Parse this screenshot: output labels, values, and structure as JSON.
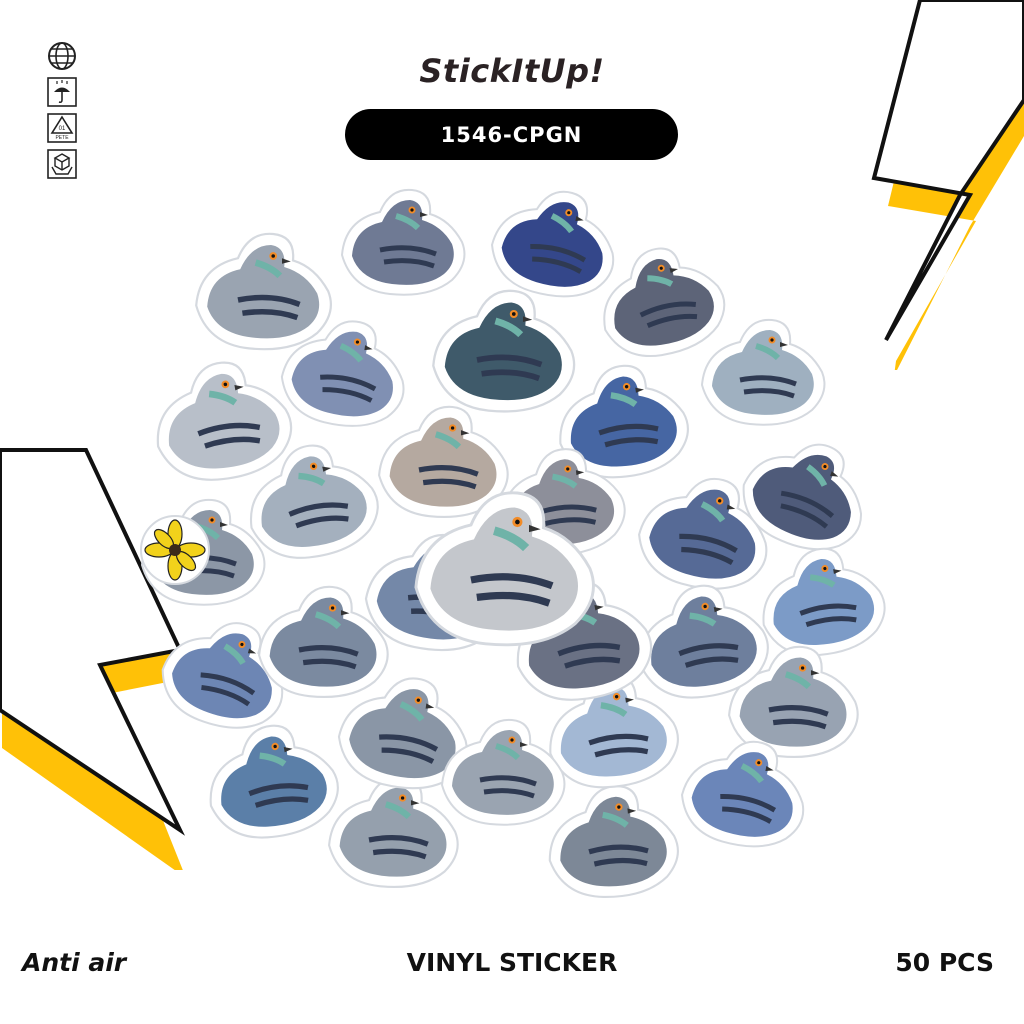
{
  "brand": {
    "name": "StickItUp!"
  },
  "product_code": "1546-CPGN",
  "side_icons": [
    "globe-icon",
    "keep-dry-icon",
    "recycle-pete-icon",
    "fragile-box-icon"
  ],
  "recycle_labels": {
    "number": "01",
    "material": "PETE"
  },
  "footer": {
    "left": "Anti air",
    "center": "VINYL STICKER",
    "right": "50 PCS"
  },
  "colors": {
    "accent_yellow": "#ffc107",
    "pill_bg": "#000000",
    "brand_text": "#2a2224",
    "pigeon_blue": "#7f9cc9",
    "pigeon_grey": "#9aa4b1",
    "pigeon_dark": "#4b5a78"
  }
}
